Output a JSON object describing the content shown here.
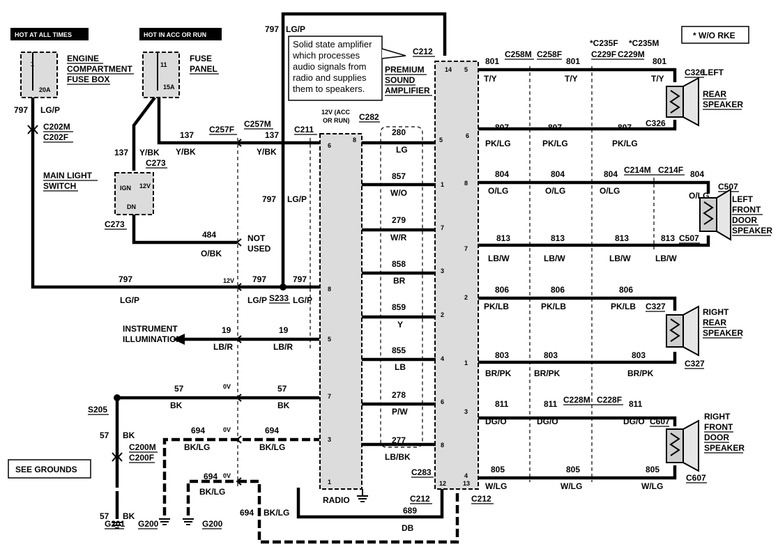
{
  "labels": {
    "hot_at_all_times": "HOT AT ALL TIMES",
    "hot_in_acc": "HOT IN ACC OR RUN",
    "wo_rke": "* W/O RKE",
    "engine_fuse_box_1": "ENGINE",
    "engine_fuse_box_2": "COMPARTMENT",
    "engine_fuse_box_3": "FUSE BOX",
    "fuse_panel_1": "FUSE",
    "fuse_panel_2": "PANEL",
    "fuse_1": "1",
    "fuse_20a": "20A",
    "fuse_11": "11",
    "fuse_15a": "15A",
    "main_light_1": "MAIN LIGHT",
    "main_light_2": "SWITCH",
    "ign": "IGN",
    "v12": "12V",
    "dn": "DN",
    "not_used_1": "NOT",
    "not_used_2": "USED",
    "instrument_1": "INSTRUMENT",
    "instrument_2": "ILLUMINATION",
    "see_grounds": "SEE GROUNDS",
    "callout_1": "Solid state amplifier",
    "callout_2": "which processes",
    "callout_3": "audio signals from",
    "callout_4": "radio and supplies",
    "callout_5": "them to speakers.",
    "premium_1": "PREMIUM",
    "premium_2": "SOUND",
    "premium_3": "AMPLIFIER",
    "acc_run_1": "12V (ACC",
    "acc_run_2": "OR RUN)",
    "radio": "RADIO",
    "left_rear_1": "LEFT",
    "left_rear_2": "REAR",
    "left_rear_3": "SPEAKER",
    "left_front_1": "LEFT",
    "left_front_2": "FRONT",
    "left_front_3": "DOOR",
    "left_front_4": "SPEAKER",
    "right_rear_1": "RIGHT",
    "right_rear_2": "REAR",
    "right_rear_3": "SPEAKER",
    "right_front_1": "RIGHT",
    "right_front_2": "FRONT",
    "right_front_3": "DOOR",
    "right_front_4": "SPEAKER",
    "v0": "0V",
    "v12s": "12V"
  },
  "connectors": {
    "c202m": "C202M",
    "c202f": "C202F",
    "c273": "C273",
    "c257f": "C257F",
    "c257m": "C257M",
    "c211": "C211",
    "c282": "C282",
    "c212": "C212",
    "c283": "C283",
    "c258m": "C258M",
    "c258f": "C258F",
    "c235f": "*C235F",
    "c235m": "*C235M",
    "c229f": "C229F",
    "c229m": "C229M",
    "c326": "C326",
    "c214m": "C214M",
    "c214f": "C214F",
    "c507": "C507",
    "c327": "C327",
    "c228m": "C228M",
    "c228f": "C228F",
    "c607": "C607",
    "c200m": "C200M",
    "c200f": "C200F",
    "s233": "S233",
    "s205": "S205",
    "g201": "G201",
    "g200": "G200"
  },
  "wires": {
    "w797": "797",
    "lgp": "LG/P",
    "w137": "137",
    "ybk": "Y/BK",
    "w484": "484",
    "obk": "O/BK",
    "w19": "19",
    "lbr": "LB/R",
    "w57": "57",
    "bk": "BK",
    "w694": "694",
    "bklg": "BK/LG",
    "w689": "689",
    "db": "DB",
    "w801": "801",
    "ty": "T/Y",
    "w807": "807",
    "pklg": "PK/LG",
    "w804": "804",
    "olg": "O/LG",
    "w813": "813",
    "lbw": "LB/W",
    "w806": "806",
    "pklb": "PK/LB",
    "w803": "803",
    "brpk": "BR/PK",
    "w811": "811",
    "dgo": "DG/O",
    "w805": "805",
    "wlg": "W/LG",
    "w280": "280",
    "lg": "LG",
    "w857": "857",
    "wo": "W/O",
    "w279": "279",
    "wr": "W/R",
    "w858": "858",
    "br": "BR",
    "w859": "859",
    "y": "Y",
    "w855": "855",
    "lb": "LB",
    "w278": "278",
    "pw": "P/W",
    "w277": "277",
    "lbbk": "LB/BK"
  },
  "pins": {
    "p1": "1",
    "p2": "2",
    "p3": "3",
    "p4": "4",
    "p5": "5",
    "p6": "6",
    "p7": "7",
    "p8": "8",
    "p12": "12",
    "p13": "13",
    "p14": "14"
  }
}
